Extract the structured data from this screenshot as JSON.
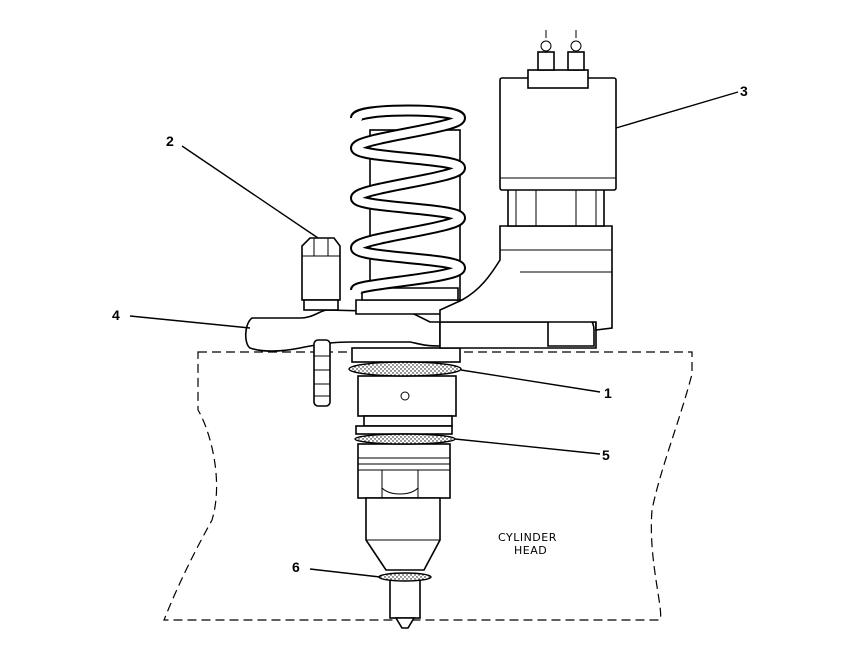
{
  "diagram": {
    "callouts": [
      {
        "id": "1",
        "text": "1"
      },
      {
        "id": "2",
        "text": "2"
      },
      {
        "id": "3",
        "text": "3"
      },
      {
        "id": "4",
        "text": "4"
      },
      {
        "id": "5",
        "text": "5"
      },
      {
        "id": "6",
        "text": "6"
      }
    ],
    "region_label_line1": "CYLINDER",
    "region_label_line2": "HEAD"
  }
}
